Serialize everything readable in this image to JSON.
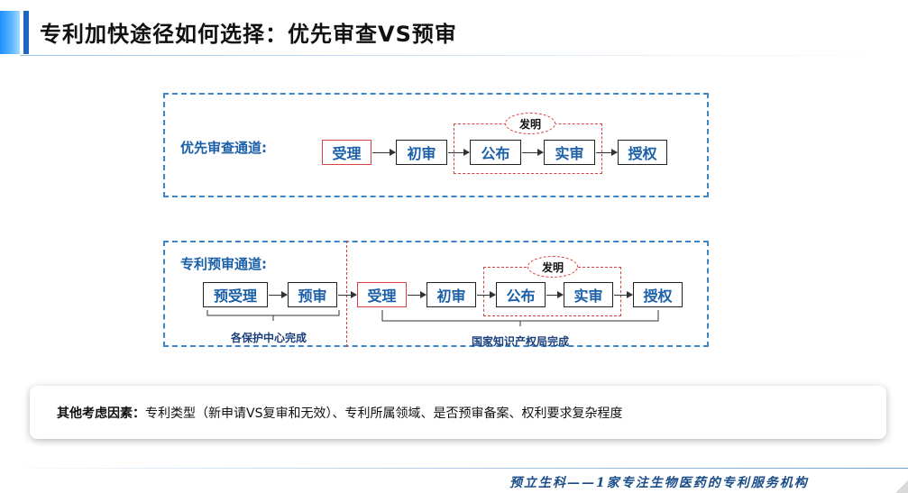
{
  "header": {
    "title": "专利加快途径如何选择：优先审查VS预审"
  },
  "priority": {
    "label": "优先审查通道:",
    "badge": "发明",
    "steps": [
      "受理",
      "初审",
      "公布",
      "实审",
      "授权"
    ]
  },
  "preexam": {
    "label": "专利预审通道:",
    "badge": "发明",
    "pre_steps": [
      "预受理",
      "预审"
    ],
    "steps": [
      "受理",
      "初审",
      "公布",
      "实审",
      "授权"
    ],
    "left_caption": "各保护中心完成",
    "right_caption": "国家知识产权局完成"
  },
  "factors": {
    "heading": "其他考虑因素：",
    "text": "专利类型（新申请VS复审和无效）、专利所属领域、是否预审备案、权利要求复杂程度"
  },
  "footer": {
    "tagline": "预立生科——1家专注生物医药的专利服务机构"
  },
  "colors": {
    "accent": "#1a66c2",
    "frame": "#3d85c6",
    "highlight": "#d94040",
    "node_text": "#1a5fa8"
  }
}
